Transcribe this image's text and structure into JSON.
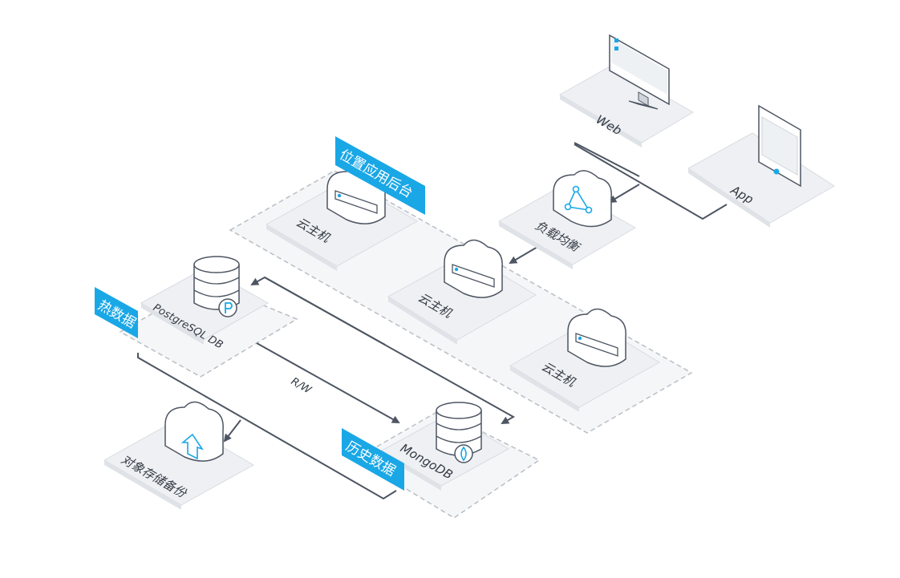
{
  "diagram": {
    "clients": {
      "web": "Web",
      "app": "App"
    },
    "load_balancer": "负载均衡",
    "app_group": {
      "tag": "位置应用后台",
      "hosts": [
        "云主机",
        "云主机",
        "云主机"
      ]
    },
    "hot_data": {
      "tag": "热数据",
      "db": "PostgreSQL DB"
    },
    "history_data": {
      "tag": "历史数据",
      "db": "MongoDB"
    },
    "backup": "对象存储备份",
    "rw_label": "R/W",
    "colors": {
      "accent": "#1aa7e6",
      "line": "#4d5562",
      "tile": "#eef0f3",
      "tile_side": "#dfe3e8",
      "dashed": "#b9bec5"
    },
    "icons": [
      "monitor-icon",
      "tablet-icon",
      "load-balancer-icon",
      "cloud-server-icon",
      "database-icon",
      "postgresql-badge-icon",
      "mongodb-badge-icon",
      "cloud-upload-icon"
    ]
  }
}
